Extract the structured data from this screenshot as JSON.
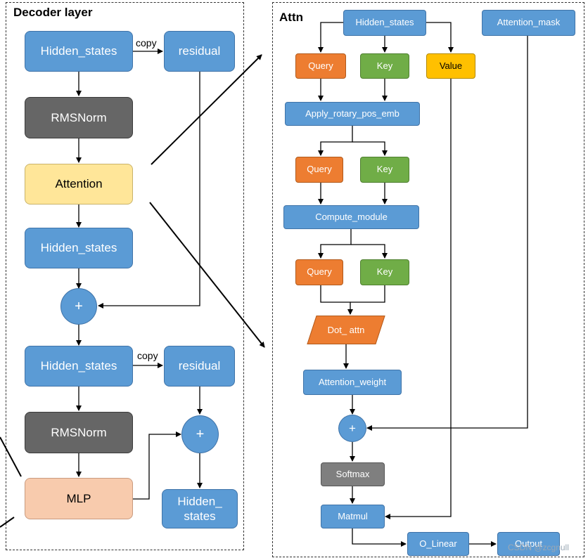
{
  "decoder": {
    "title": "Decoder layer",
    "hidden_states_1": "Hidden_states",
    "residual_1": "residual",
    "copy_1": "copy",
    "rmsnorm_1": "RMSNorm",
    "attention": "Attention",
    "hidden_states_2": "Hidden_states",
    "add_1": "+",
    "hidden_states_3": "Hidden_states",
    "residual_2": "residual",
    "copy_2": "copy",
    "rmsnorm_2": "RMSNorm",
    "add_2": "+",
    "mlp": "MLP",
    "hidden_states_out": "Hidden_\nstates"
  },
  "attn": {
    "title": "Attn",
    "hidden_states": "Hidden_states",
    "attention_mask": "Attention_mask",
    "query_1": "Query",
    "key_1": "Key",
    "value": "Value",
    "apply_rotary": "Apply_rotary_pos_emb",
    "query_2": "Query",
    "key_2": "Key",
    "compute_module": "Compute_module",
    "query_3": "Query",
    "key_3": "Key",
    "dot_attn": "Dot_ attn",
    "attention_weight": "Attention_weight",
    "add": "+",
    "softmax": "Softmax",
    "matmul": "Matmul",
    "o_linear": "O_Linear",
    "output": "Output"
  },
  "watermark": "CSDN @zcgnull",
  "colors": {
    "blue": "#5b9bd5",
    "dark_gray": "#666666",
    "yellow": "#ffe699",
    "peach": "#f8cbad",
    "orange": "#ed7d31",
    "green": "#70ad47",
    "gold": "#ffc000"
  }
}
